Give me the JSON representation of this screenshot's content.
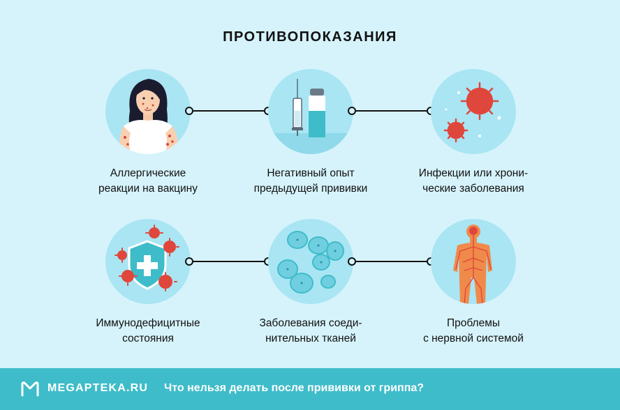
{
  "title": "ПРОТИВОПОКАЗАНИЯ",
  "items": [
    {
      "line1": "Аллергические",
      "line2": "реакции на вакцину",
      "icon": "allergy-woman-icon"
    },
    {
      "line1": "Негативный опыт",
      "line2": "предыдущей прививки",
      "icon": "syringe-vial-icon"
    },
    {
      "line1": "Инфекции или хрони-",
      "line2": "ческие заболевания",
      "icon": "virus-icon"
    },
    {
      "line1": "Иммунодефицитные",
      "line2": "состояния",
      "icon": "shield-virus-icon"
    },
    {
      "line1": "Заболевания соеди-",
      "line2": "нительных тканей",
      "icon": "cells-icon"
    },
    {
      "line1": "Проблемы",
      "line2": "с нервной системой",
      "icon": "nervous-system-icon"
    }
  ],
  "footer": {
    "brand": "MEGAPTEKA.RU",
    "tagline": "Что нельзя делать после прививки от гриппа?"
  },
  "colors": {
    "background": "#d6f3fb",
    "circle": "#a9e5f3",
    "footer": "#3fbcc9",
    "virus": "#e0473c"
  }
}
